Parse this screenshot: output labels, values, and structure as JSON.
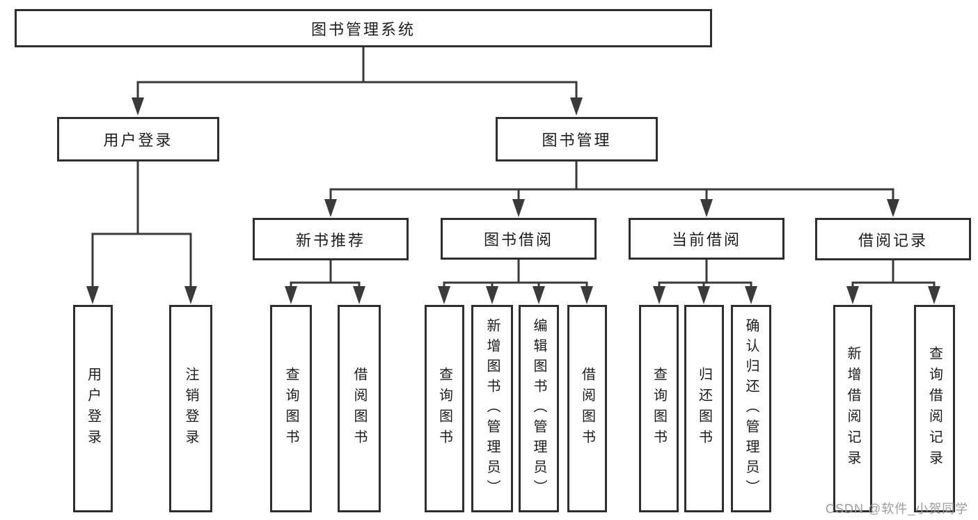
{
  "diagram": {
    "root_label": "图书管理系统",
    "branches": [
      {
        "label": "用户登录",
        "children": [
          {
            "label": "用户登录"
          },
          {
            "label": "注销登录"
          }
        ]
      },
      {
        "label": "图书管理",
        "children": [
          {
            "label": "新书推荐",
            "children": [
              {
                "label": "查询图书"
              },
              {
                "label": "借阅图书"
              }
            ]
          },
          {
            "label": "图书借阅",
            "children": [
              {
                "label": "查询图书"
              },
              {
                "label": "新增图书（管理员）"
              },
              {
                "label": "编辑图书（管理员）"
              },
              {
                "label": "借阅图书"
              }
            ]
          },
          {
            "label": "当前借阅",
            "children": [
              {
                "label": "查询图书"
              },
              {
                "label": "归还图书"
              },
              {
                "label": "确认归还（管理员）"
              }
            ]
          },
          {
            "label": "借阅记录",
            "children": [
              {
                "label": "新增借阅记录"
              },
              {
                "label": "查询借阅记录"
              }
            ]
          }
        ]
      }
    ],
    "watermark": "CSDN @软件_小贺同学",
    "colors": {
      "line": "#3a3a3a",
      "border": "#2e2e2e",
      "text": "#1c1c1c",
      "bg": "#ffffff",
      "watermark": "#9c9c9c"
    }
  }
}
